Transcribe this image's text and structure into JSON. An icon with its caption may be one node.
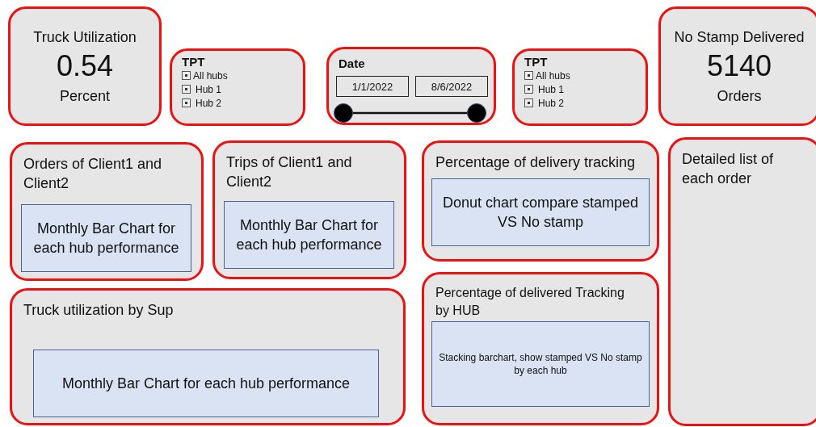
{
  "diagram": {
    "nodes": [
      {
        "text": [
          "Truck Utilization",
          "0.54",
          "Percent"
        ]
      },
      {
        "text": [
          "TPT",
          "All hubs",
          "Hub 1",
          "Hub 2"
        ]
      },
      {
        "text": [
          "Date"
        ]
      },
      {
        "text": [
          "1/1/2022"
        ],
        "in": 2
      },
      {
        "text": [
          "8/6/2022"
        ],
        "in": 2
      },
      {
        "text": [
          "TPT",
          "All hubs",
          "Hub 1",
          "Hub 2"
        ]
      },
      {
        "text": [
          "No Stamp Delivered",
          "5140",
          "Orders"
        ]
      },
      {
        "text": [
          "Orders of Client1 and Client2"
        ]
      },
      {
        "text": [
          "Monthly Bar Chart for each hub performance"
        ],
        "in": 7
      },
      {
        "text": [
          "Trips of Client1 and Client2"
        ]
      },
      {
        "text": [
          "Monthly Bar Chart for each hub performance"
        ],
        "in": 9
      },
      {
        "text": [
          "Percentage of delivery tracking"
        ]
      },
      {
        "text": [
          "Donut chart compare stamped VS No stamp"
        ],
        "in": 11
      },
      {
        "text": [
          "Detailed list of each order"
        ]
      },
      {
        "text": [
          "Truck utilization by Sup"
        ]
      },
      {
        "text": [
          "Monthly Bar Chart for each hub performance"
        ],
        "in": 14
      },
      {
        "text": [
          "Percentage of delivered Tracking by HUB"
        ]
      },
      {
        "text": [
          "Stacking barchart, show stamped VS No stamp by each hub"
        ],
        "in": 16
      }
    ],
    "edges": []
  }
}
